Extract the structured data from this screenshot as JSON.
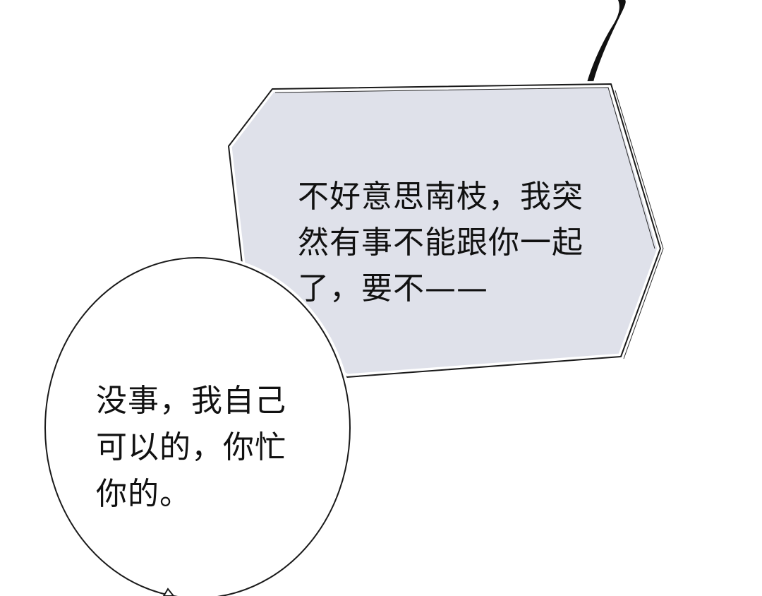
{
  "panel": {
    "background_color": "#ffffff"
  },
  "speech_bubble_1": {
    "shape": "octagonal",
    "fill_color": "#dfe1ea",
    "lines": [
      "不好意思南枝，我突",
      "然有事不能跟你一起",
      "了，要不——"
    ]
  },
  "speech_bubble_2": {
    "shape": "round",
    "fill_color": "#ffffff",
    "lines": [
      "没事，我自己",
      "可以的，你忙",
      "你的。"
    ]
  },
  "decorations": {
    "ink_stroke": "black brush stroke tail at top right"
  }
}
